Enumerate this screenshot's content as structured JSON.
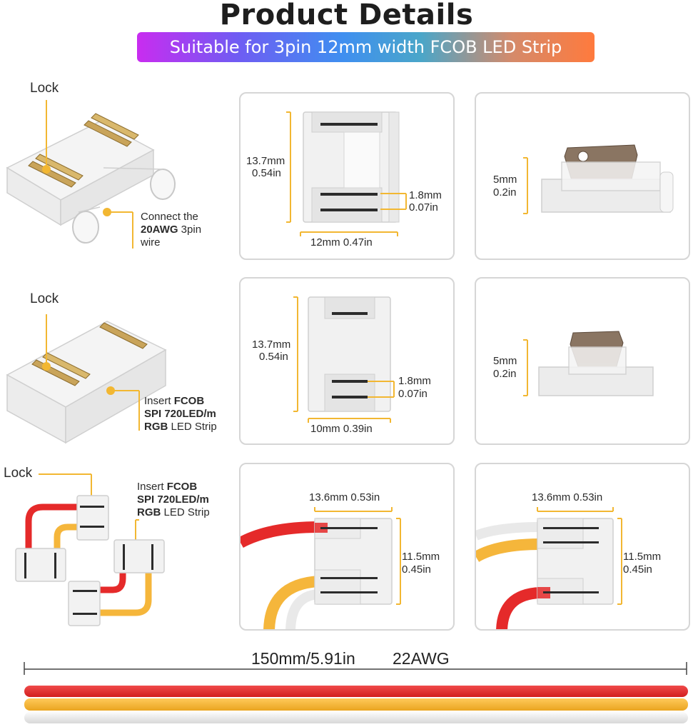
{
  "header": {
    "title": "Product Details",
    "subtitle": "Suitable for 3pin 12mm width FCOB LED Strip"
  },
  "row1": {
    "lock_label": "Lock",
    "connect_line1": "Connect the",
    "connect_line2_bold": "20AWG",
    "connect_line2_rest": " 3pin",
    "connect_line3": "wire",
    "front_height_mm": "13.7mm",
    "front_height_in": "0.54in",
    "slot_mm": "1.8mm",
    "slot_in": "0.07in",
    "front_width": "12mm 0.47in",
    "side_height_mm": "5mm",
    "side_height_in": "0.2in"
  },
  "row2": {
    "lock_label": "Lock",
    "insert_word": "Insert ",
    "insert_bold1": "FCOB",
    "insert_bold2": "SPI 720LED/m",
    "insert_bold3": "RGB",
    "insert_rest3": " LED Strip",
    "front_height_mm": "13.7mm",
    "front_height_in": "0.54in",
    "slot_mm": "1.8mm",
    "slot_in": "0.07in",
    "front_width": "10mm 0.39in",
    "side_height_mm": "5mm",
    "side_height_in": "0.2in"
  },
  "row3": {
    "lock_label": "Lock",
    "insert_word": "Insert ",
    "insert_bold1": "FCOB",
    "insert_bold2": "SPI 720LED/m",
    "insert_bold3": "RGB",
    "insert_rest3": " LED Strip",
    "left_width": "13.6mm 0.53in",
    "left_height_mm": "11.5mm",
    "left_height_in": "0.45in",
    "right_width": "13.6mm 0.53in",
    "right_height_mm": "11.5mm",
    "right_height_in": "0.45in"
  },
  "cable": {
    "length": "150mm/5.91in",
    "gauge": "22AWG"
  },
  "colors": {
    "accent_yellow": "#f2b732",
    "wire_red": "#e52a2a",
    "wire_yellow": "#f5b63b",
    "wire_white": "#e9e9e9",
    "contact_gold": "#c9a45a"
  }
}
